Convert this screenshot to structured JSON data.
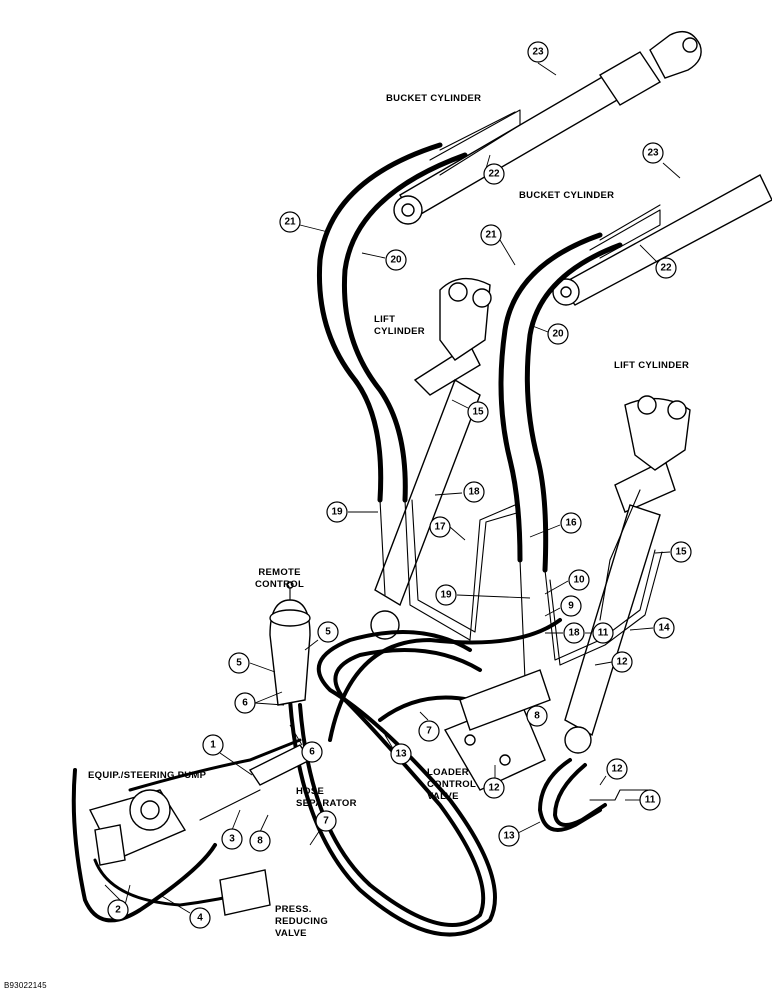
{
  "labels": {
    "bucket_cylinder_top": "BUCKET CYLINDER",
    "bucket_cylinder_right": "BUCKET CYLINDER",
    "lift_cylinder_left": "LIFT\nCYLINDER",
    "lift_cylinder_right": "LIFT CYLINDER",
    "remote_control": "REMOTE\nCONTROL",
    "equip_steering_pump": "EQUIP./STEERING PUMP",
    "hose_separator": "HOSE\nSEPARATOR",
    "loader_control_valve": "LOADER\nCONTROL\nVALVE",
    "press_reducing_valve": "PRESS.\nREDUCING\nVALVE",
    "figure_id": "B93022145"
  },
  "callouts": [
    "23",
    "22",
    "23",
    "22",
    "21",
    "20",
    "21",
    "20",
    "15",
    "19",
    "18",
    "17",
    "16",
    "15",
    "19",
    "10",
    "9",
    "18",
    "11",
    "14",
    "12",
    "5",
    "5",
    "6",
    "6",
    "1",
    "7",
    "13",
    "8",
    "8",
    "12",
    "12",
    "3",
    "7",
    "11",
    "13",
    "2",
    "4"
  ]
}
